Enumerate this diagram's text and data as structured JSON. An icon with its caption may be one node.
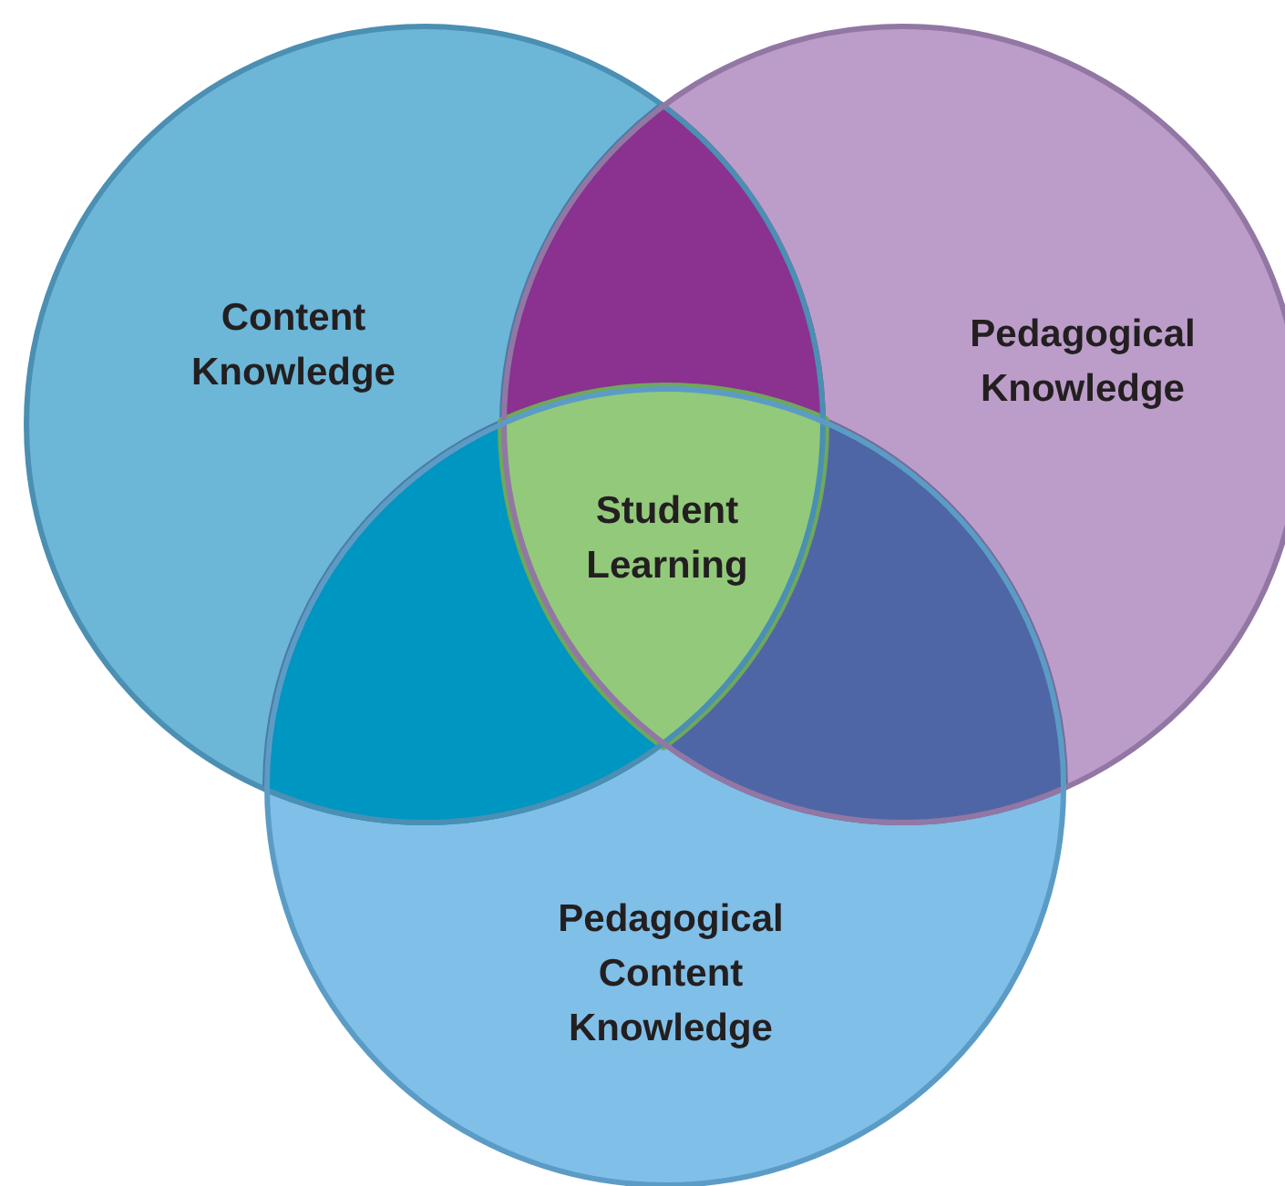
{
  "diagram": {
    "nodes": [
      {
        "text": [
          "Content Knowledge"
        ]
      },
      {
        "text": [
          "Pedagogical Knowledge"
        ]
      },
      {
        "text": [
          "Pedagogical Content Knowledge"
        ]
      },
      {
        "text": [
          "Student Learning"
        ]
      }
    ]
  }
}
